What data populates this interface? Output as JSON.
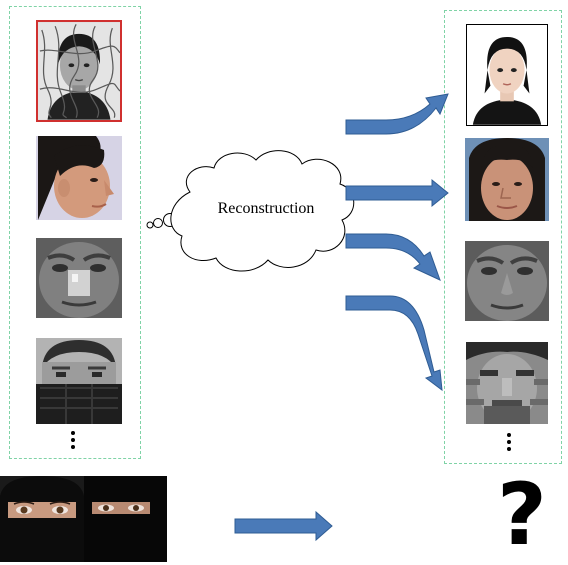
{
  "cloud": {
    "label": "Reconstruction"
  },
  "unknown_result": {
    "symbol": "?"
  },
  "colors": {
    "arrow_fill": "#4a7ab8",
    "arrow_stroke": "#2f5c93",
    "panel_border": "#7fd3a6",
    "occluded_frame": "#d0302f"
  },
  "inputs": [
    {
      "id": "occluded-scribble",
      "icon": "face-photo-scribble-occlusion"
    },
    {
      "id": "profile-view",
      "icon": "face-photo-profile"
    },
    {
      "id": "nose-occlusion",
      "icon": "face-photo-gray-patch"
    },
    {
      "id": "mask-occlusion",
      "icon": "face-photo-lower-mask"
    }
  ],
  "outputs": [
    {
      "id": "clean-frontal",
      "icon": "face-photo-frontal"
    },
    {
      "id": "frontalized",
      "icon": "face-photo-frontal-color"
    },
    {
      "id": "restored-nose",
      "icon": "face-photo-gray-restored"
    },
    {
      "id": "restored-mask",
      "icon": "face-photo-blurry-restored"
    }
  ],
  "bottom_input": {
    "icon": "niqab-photos"
  }
}
